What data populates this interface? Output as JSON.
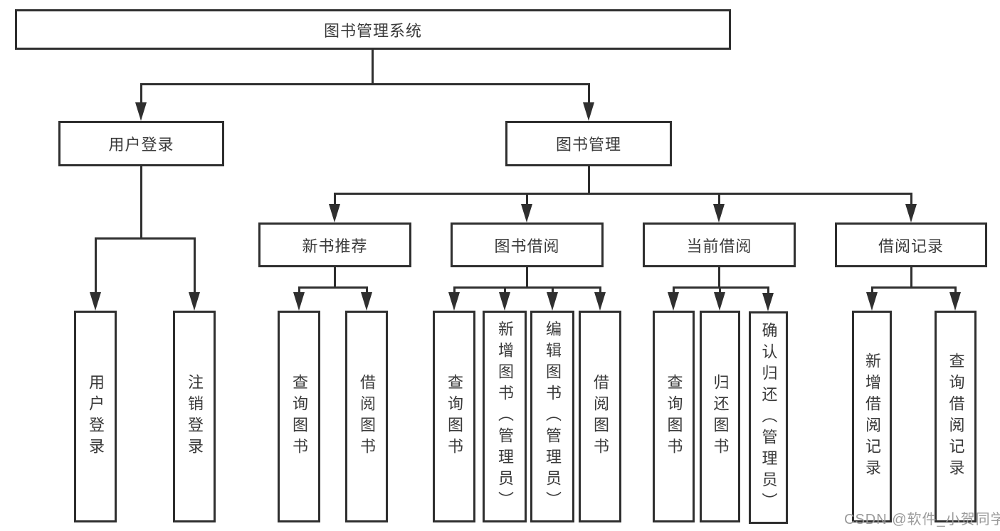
{
  "diagram": {
    "root": "图书管理系统",
    "user_login": {
      "label": "用户登录",
      "children": [
        "用户登录",
        "注销登录"
      ]
    },
    "book_mgmt": {
      "label": "图书管理",
      "sections": {
        "new_book": {
          "label": "新书推荐",
          "children": [
            "查询图书",
            "借阅图书"
          ]
        },
        "borrowing": {
          "label": "图书借阅",
          "children": [
            "查询图书",
            "新增图书（管理员）",
            "编辑图书（管理员）",
            "借阅图书"
          ]
        },
        "current": {
          "label": "当前借阅",
          "children": [
            "查询图书",
            "归还图书",
            "确认归还（管理员）"
          ]
        },
        "records": {
          "label": "借阅记录",
          "children": [
            "新增借阅记录",
            "查询借阅记录"
          ]
        }
      }
    }
  },
  "watermark": "CSDN @软件_小贺同学",
  "colors": {
    "line": "#2f2f2f",
    "text": "#3a3a3a",
    "watermark": "#9b9b9b",
    "background": "#ffffff"
  }
}
